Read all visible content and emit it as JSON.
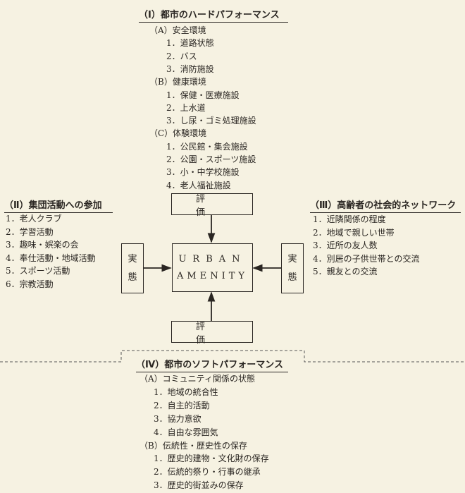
{
  "section1": {
    "title": "（I）都市のハードパフォーマンス",
    "groups": [
      {
        "label": "（A）安全環境",
        "items": [
          "1．道路状態",
          "2．バス",
          "3．消防施設"
        ]
      },
      {
        "label": "（B）健康環境",
        "items": [
          "1．保健・医療施設",
          "2．上水道",
          "3．し尿・ゴミ処理施設"
        ]
      },
      {
        "label": "（C）体験環境",
        "items": [
          "1．公民館・集会施設",
          "2．公園・スポーツ施設",
          "3．小・中学校施設",
          "4．老人福祉施設"
        ]
      }
    ]
  },
  "section2": {
    "title": "（Ⅱ）集団活動への参加",
    "items": [
      "1．老人クラブ",
      "2．学習活動",
      "3．趣味・娯楽の会",
      "4．奉仕活動・地域活動",
      "5．スポーツ活動",
      "6．宗教活動"
    ]
  },
  "section3": {
    "title": "（Ⅲ）高齢者の社会的ネットワーク",
    "items": [
      "1．近隣関係の程度",
      "2．地域で親しい世帯",
      "3．近所の友人数",
      "4．別居の子供世帯との交流",
      "5．親友との交流"
    ]
  },
  "section4": {
    "title": "（Ⅳ）都市のソフトパフォーマンス",
    "groups": [
      {
        "label": "（A）コミュニティ関係の状態",
        "items": [
          "1．地域の統合性",
          "2．自主的活動",
          "3．協力意欲",
          "4．自由な雰囲気"
        ]
      },
      {
        "label": "（B）伝統性・歴史性の保存",
        "items": [
          "1．歴史的建物・文化財の保存",
          "2．伝統的祭り・行事の継承",
          "3．歴史的街並みの保存"
        ]
      }
    ]
  },
  "center": {
    "line1": "URBAN",
    "line2": "AMENITY"
  },
  "top_box": "評価",
  "bottom_box": "評価",
  "left_box": {
    "c1": "実",
    "c2": "態"
  },
  "right_box": {
    "c1": "実",
    "c2": "態"
  }
}
